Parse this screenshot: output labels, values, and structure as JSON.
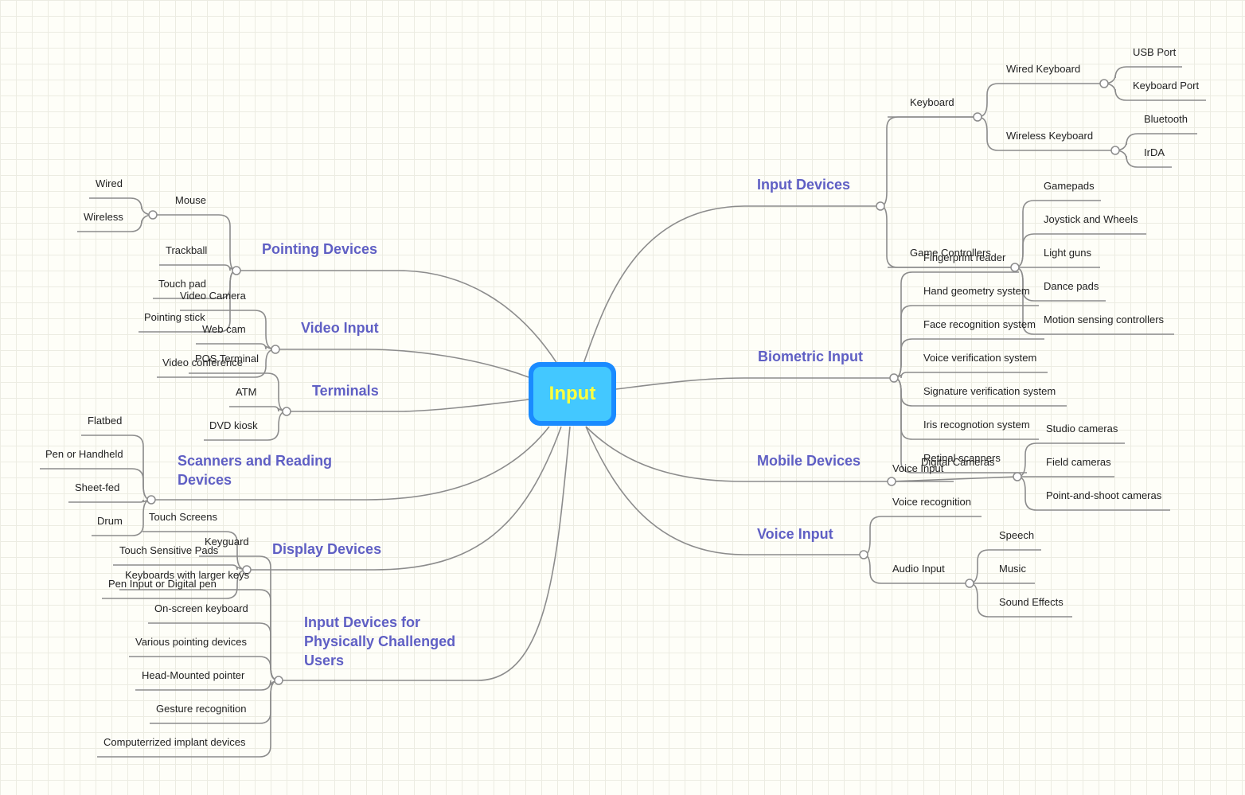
{
  "colors": {
    "line": "#8c8c8c",
    "branch_text": "#5f5fc4",
    "center_bg": "#1a8bff",
    "center_inner": "#43c8ff",
    "center_text": "#ffff3c"
  },
  "center": "Input",
  "branches": {
    "input_devices": "Input Devices",
    "biometric": "Biometric Input",
    "mobile": "Mobile Devices",
    "voice": "Voice Input",
    "pointing": "Pointing Devices",
    "video": "Video Input",
    "terminals": "Terminals",
    "scanners": "Scanners and Reading Devices",
    "display": "Display Devices",
    "challenged": "Input Devices for Physically Challenged Users"
  },
  "input_devices": {
    "keyboard": "Keyboard",
    "wired_keyboard": "Wired Keyboard",
    "usb_port": "USB Port",
    "keyboard_port": "Keyboard Port",
    "wireless_keyboard": "Wireless Keyboard",
    "bluetooth": "Bluetooth",
    "irda": "IrDA",
    "game_controllers": "Game Controllers",
    "game_items": [
      "Gamepads",
      "Joystick and Wheels",
      "Light guns",
      "Dance pads",
      "Motion sensing controllers"
    ]
  },
  "biometric_items": [
    "Fingerprint reader",
    "Hand geometry system",
    "Face recognition system",
    "Voice verification system",
    "Signature verification system",
    "Iris recognotion system",
    "Retinal scanners"
  ],
  "mobile": {
    "voice_input": "Voice Input",
    "digital_cameras": "Digital Cameras",
    "camera_items": [
      "Studio cameras",
      "Field cameras",
      "Point-and-shoot cameras"
    ]
  },
  "voice": {
    "voice_recognition": "Voice recognition",
    "audio_input": "Audio Input",
    "audio_items": [
      "Speech",
      "Music",
      "Sound Effects"
    ]
  },
  "pointing": {
    "mouse": "Mouse",
    "wired": "Wired",
    "wireless": "Wireless",
    "trackball": "Trackball",
    "touch_pad": "Touch pad",
    "pointing_stick": "Pointing stick"
  },
  "video_items": [
    "Video Camera",
    "Web cam",
    "Video conference"
  ],
  "terminal_items": [
    "POS Terminal",
    "ATM",
    "DVD kiosk"
  ],
  "scanner_items": [
    "Flatbed",
    "Pen or Handheld",
    "Sheet-fed",
    "Drum"
  ],
  "display_items": [
    "Touch Screens",
    "Touch Sensitive Pads",
    "Pen Input or Digital pen"
  ],
  "challenged_items": [
    "Keyguard",
    "Keyboards with larger keys",
    "On-screen keyboard",
    "Various pointing devices",
    "Head-Mounted pointer",
    "Gesture recognition",
    "Computerrized implant devices"
  ]
}
